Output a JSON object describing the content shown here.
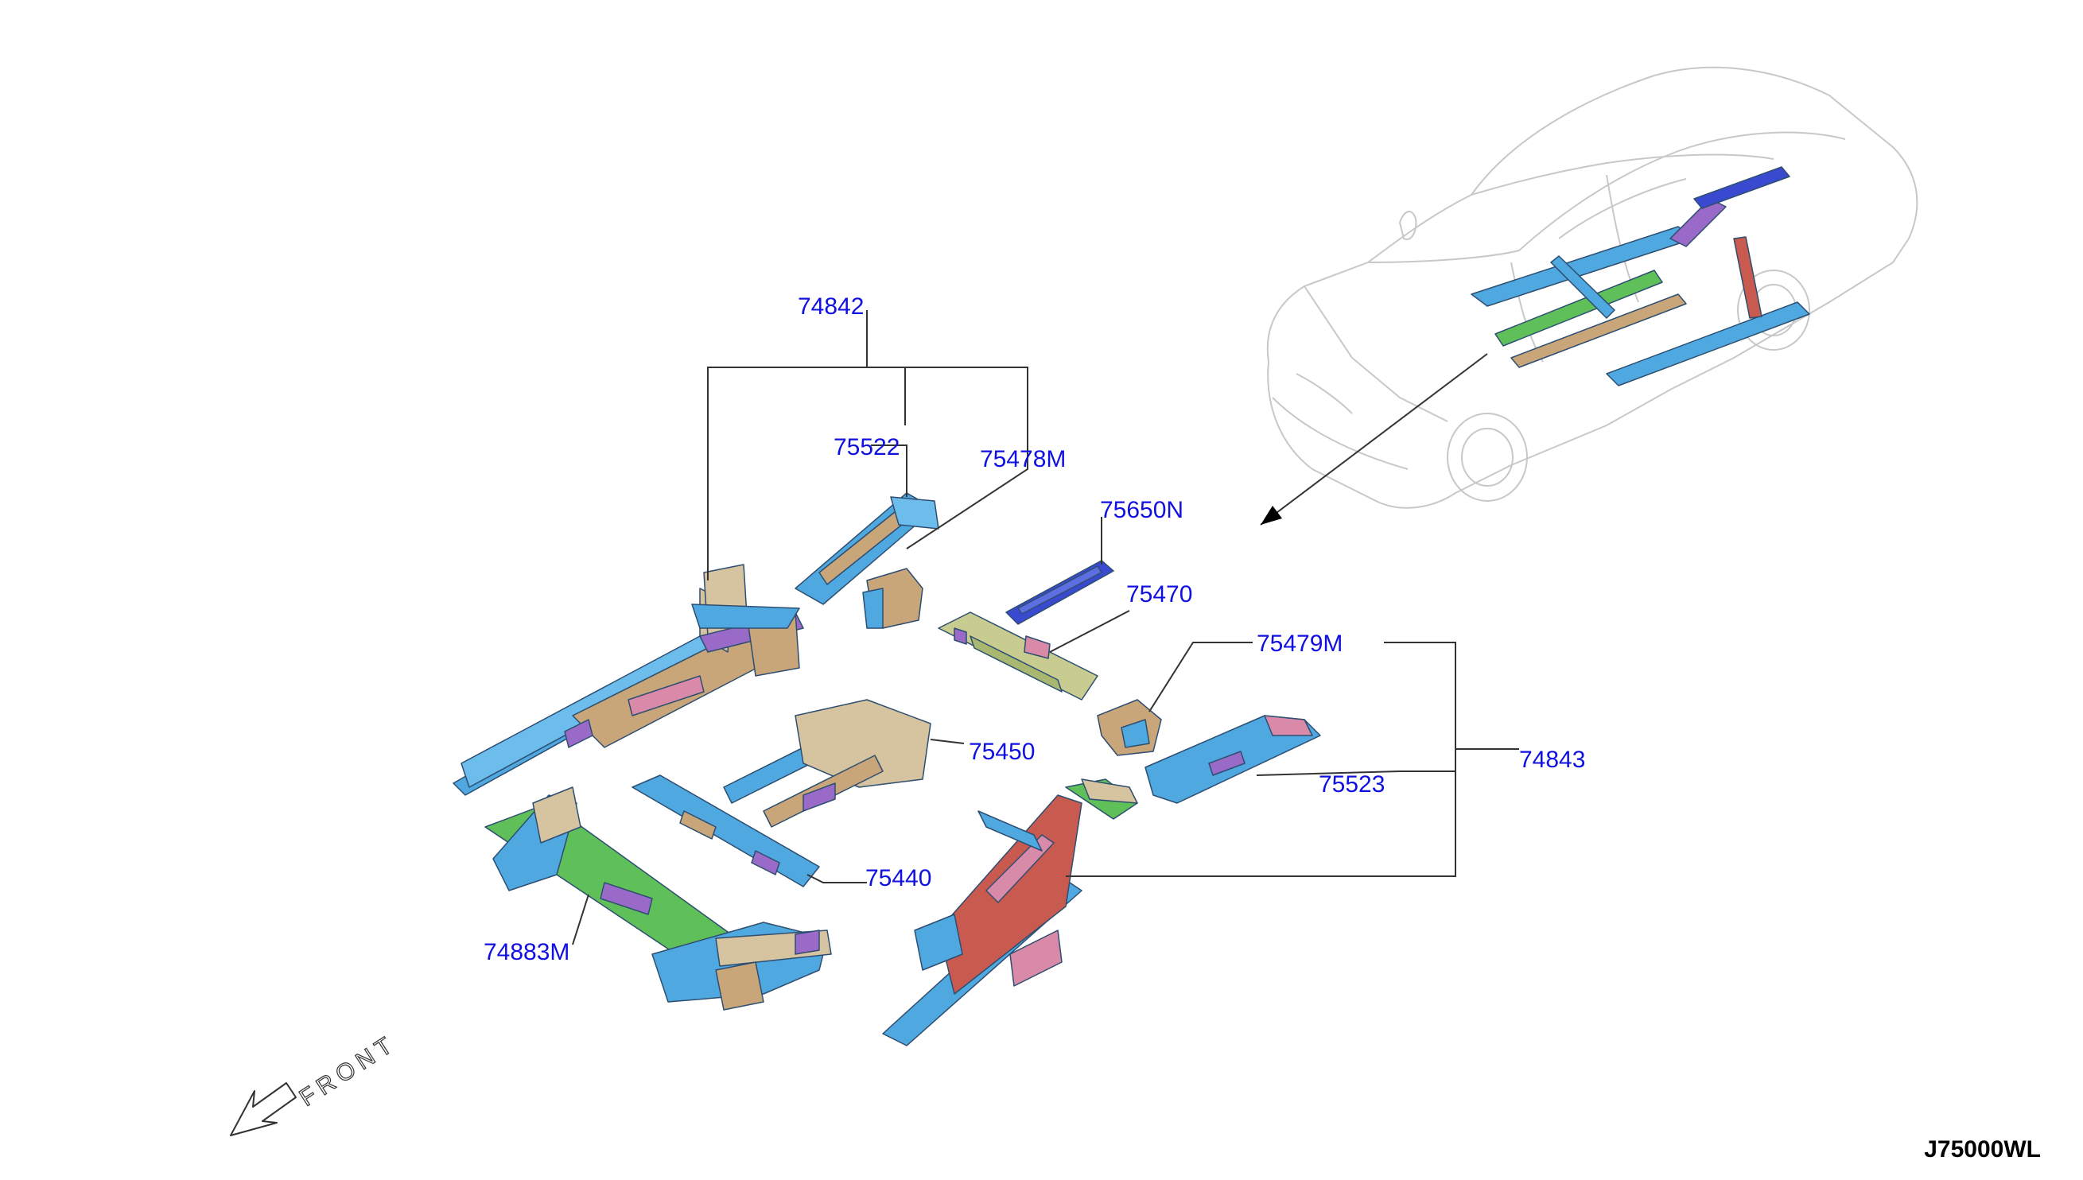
{
  "labels": {
    "p74842": "74842",
    "p75522": "75522",
    "p75478M": "75478M",
    "p75650N": "75650N",
    "p75470": "75470",
    "p75479M": "75479M",
    "p75450": "75450",
    "p74843": "74843",
    "p75523": "75523",
    "p75440": "75440",
    "p74883M": "74883M"
  },
  "front_label": "FRONT",
  "diagram_code": "J75000WL",
  "colors": {
    "label_text": "#1010e0",
    "steel_blue": "#4fa8e0",
    "tan": "#c9a57a",
    "pink": "#d98aa8",
    "purple": "#9a6ac8",
    "green": "#5fc05a",
    "khaki": "#c8cc90",
    "navy": "#3a4ad0",
    "beige": "#d6c3a0",
    "red": "#c85a50"
  }
}
